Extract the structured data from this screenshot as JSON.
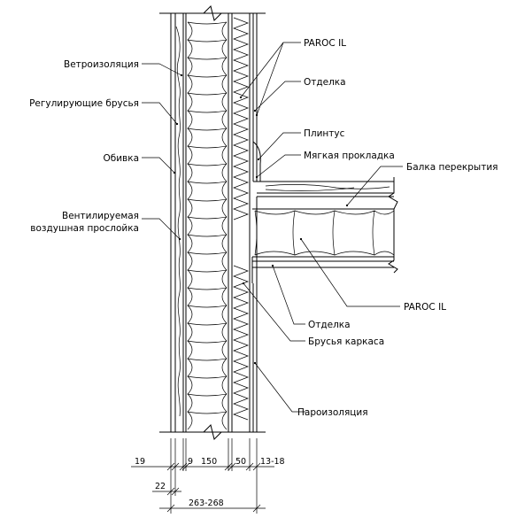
{
  "labels": {
    "paroc_top": "PAROC IL",
    "finish_top": "Отделка",
    "plinth": "Плинтус",
    "soft_gasket": "Мягкая прокладка",
    "floor_beam": "Балка перекрытия",
    "paroc_bottom": "PAROC IL",
    "finish_bottom": "Отделка",
    "frame_bars": "Брусья каркаса",
    "vapor_barrier": "Пароизоляция",
    "wind_barrier": "Ветроизоляция",
    "adjusting_bars": "Регулирующие брусья",
    "cladding": "Обивка",
    "ventilated_gap_1": "Вентилируемая",
    "ventilated_gap_2": "воздушная прослойка"
  },
  "dimensions": {
    "d19": "19",
    "d9": "9",
    "d150": "150",
    "d50": "50",
    "d13_18": "13-18",
    "d22": "22",
    "total": "263-268"
  }
}
